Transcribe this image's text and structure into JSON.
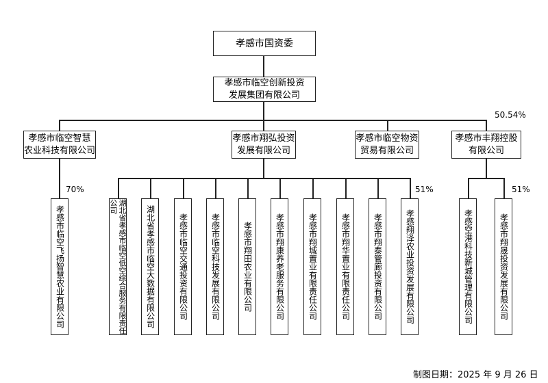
{
  "top": {
    "name": "孝感市国资委"
  },
  "group": {
    "line1": "孝感市临空创新投资",
    "line2": "发展集团有限公司"
  },
  "ownership_top": "50.54%",
  "level2": [
    {
      "line1": "孝感市临空智慧",
      "line2": "农业科技有限公司"
    },
    {
      "line1": "孝感市翔弘投资",
      "line2": "发展有限公司"
    },
    {
      "line1": "孝感市临空物资",
      "line2": "贸易有限公司"
    },
    {
      "line1": "孝感市丰翔控股",
      "line2": "有限公司"
    }
  ],
  "pct_zhihui": "70%",
  "pct_xianghong": "51%",
  "pct_fengxiang": "51%",
  "level3_zhihui": [
    "孝感市临空飞扬智慧农业有限公司"
  ],
  "level3_xianghong": [
    "湖北省孝感市临空低空综合服务有限责任公司",
    "湖北省孝感市临空大数据有限公司",
    "孝感市临空交通投资有限公司",
    "孝感市临空科技发展有限公司",
    "孝感市翔田农业有限公司",
    "孝感市翔康养老服务有限公司",
    "孝感市翔城置业有限责任公司",
    "孝感市翔华置业有限责任公司",
    "孝感市翔泰管廊投资有限公司",
    "孝感翔泽农业投资发展有限公司"
  ],
  "level3_fengxiang": [
    "孝感空港科技新城管理有限公司",
    "孝感市翔晟投资发展有限公司"
  ],
  "footer": {
    "date_label": "制图日期：",
    "date_value": "2025 年 9 月 26 日"
  }
}
